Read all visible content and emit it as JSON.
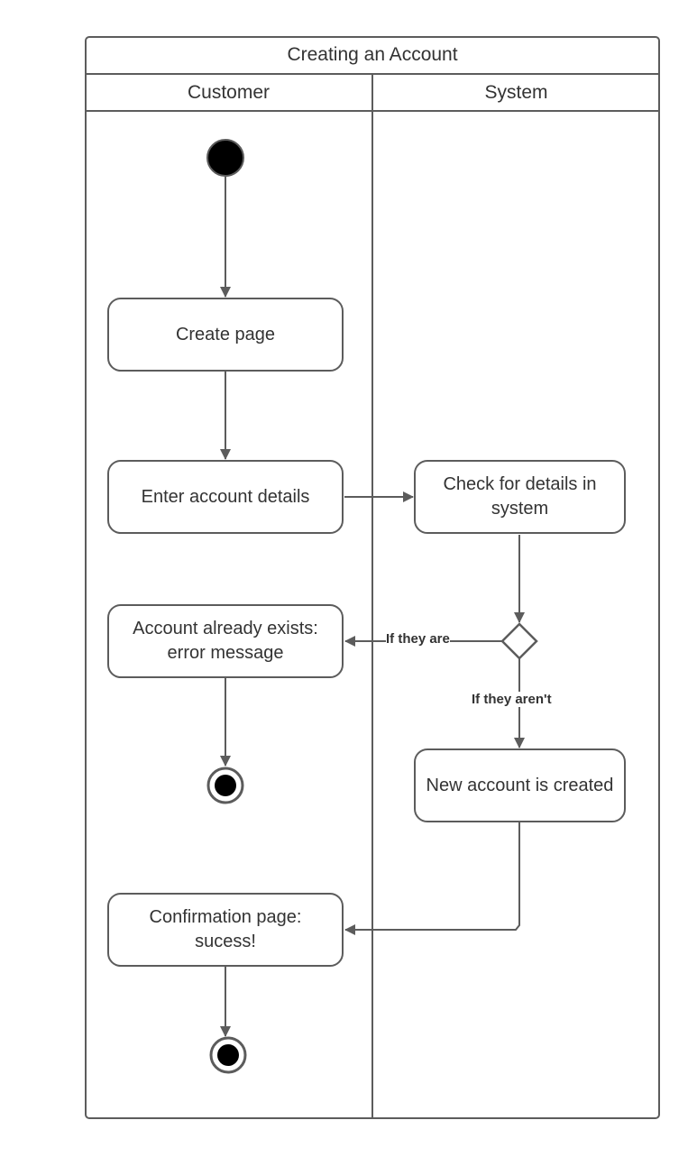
{
  "diagram": {
    "title": "Creating an Account",
    "lanes": [
      {
        "label": "Customer"
      },
      {
        "label": "System"
      }
    ],
    "nodes": {
      "create_page": "Create page",
      "enter_details": "Enter account details",
      "check_details": "Check for details in system",
      "already_exists": "Account already exists: error message",
      "new_account": "New account is created",
      "confirmation": "Confirmation page: sucess!"
    },
    "edge_labels": {
      "if_they_are": "If they are",
      "if_they_arent": "If they aren't"
    },
    "colors": {
      "line": "#5c5c5c",
      "text": "#333333",
      "node_fill": "#ffffff",
      "start_fill": "#000000"
    }
  }
}
